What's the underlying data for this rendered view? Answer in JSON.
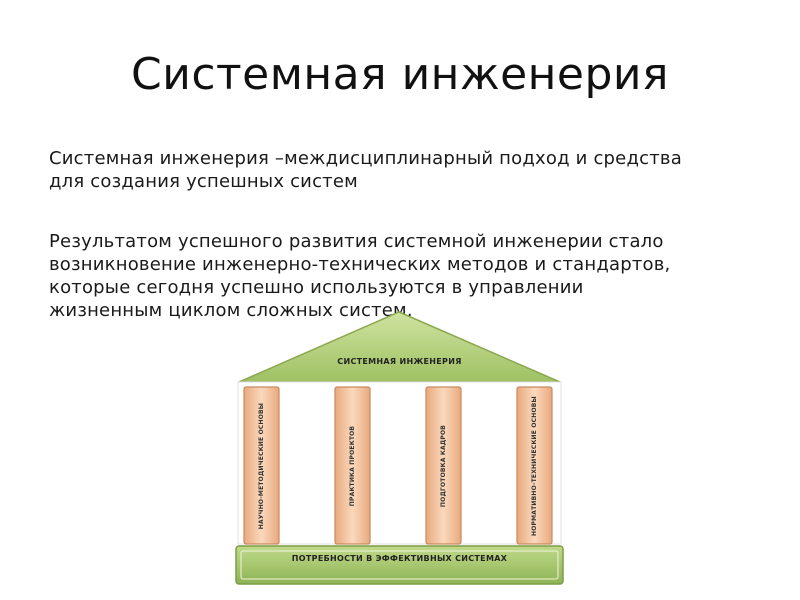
{
  "slide": {
    "title": "Системная инженерия",
    "paragraphs": [
      {
        "lines": [
          "Системная инженерия –междисциплинарный подход и средства",
          "для создания успешных систем"
        ]
      },
      {
        "lines": [
          "Результатом успешного развития системной инженерии стало",
          "возникновение инженерно-технических методов и стандартов,",
          "которые сегодня успешно используются в управлении",
          "жизненным циклом сложных систем."
        ]
      }
    ]
  },
  "diagram": {
    "roof_label": "СИСТЕМНАЯ ИНЖЕНЕРИЯ",
    "base_label": "ПОТРЕБНОСТИ В ЭФФЕКТИВНЫХ СИСТЕМАХ",
    "pillars": [
      {
        "label": "НАУЧНО-МЕТОДИЧЕСКИЕ ОСНОВЫ"
      },
      {
        "label": "ПРАКТИКА ПРОЕКТОВ"
      },
      {
        "label": "ПОДГОТОВКА КАДРОВ"
      },
      {
        "label": "НОРМАТИВНО-ТЕХНИЧЕСКИЕ ОСНОВЫ"
      }
    ],
    "colors": {
      "roof_fill": "#b5d07a",
      "roof_stroke": "#8aa84e",
      "pillar_fill": "#f6c9a6",
      "pillar_stroke": "#c88a5e",
      "base_fill": "#a5c766",
      "base_stroke": "#7e9e46"
    }
  }
}
